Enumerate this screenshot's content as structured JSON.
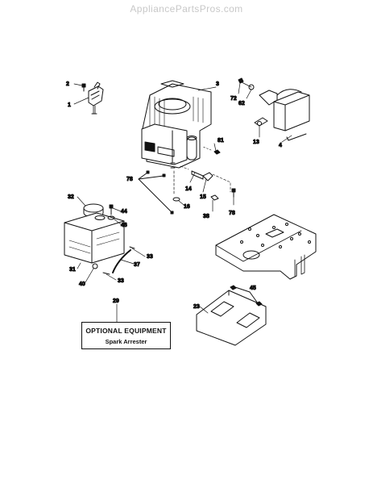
{
  "watermark": "AppliancePartsPros.com",
  "optional_box": {
    "title": "OPTIONAL EQUIPMENT",
    "subtitle": "Spark Arrester"
  },
  "callouts": {
    "c2": "2",
    "c1": "1",
    "c3": "3",
    "c72": "72",
    "c62": "62",
    "c13": "13",
    "c4": "4",
    "c81": "81",
    "c78a": "78",
    "c14": "14",
    "c15": "15",
    "c16": "16",
    "c38": "38",
    "c78b": "78",
    "c32": "32",
    "c44": "44",
    "c46": "46",
    "c31": "31",
    "c33a": "33",
    "c37": "37",
    "c40": "40",
    "c33b": "33",
    "c29": "29",
    "c45": "45",
    "c23": "23"
  }
}
